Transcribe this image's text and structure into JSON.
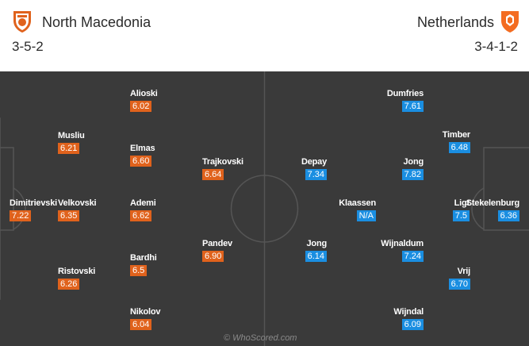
{
  "home": {
    "name": "North Macedonia",
    "formation": "3-5-2",
    "crest_color": "#e0621c",
    "rating_color": "#e0621c",
    "players": [
      {
        "name": "Dimitrievski",
        "rating": "7.22"
      },
      {
        "name": "Velkovski",
        "rating": "6.35"
      },
      {
        "name": "Musliu",
        "rating": "6.21"
      },
      {
        "name": "Ristovski",
        "rating": "6.26"
      },
      {
        "name": "Alioski",
        "rating": "6.02"
      },
      {
        "name": "Elmas",
        "rating": "6.60"
      },
      {
        "name": "Ademi",
        "rating": "6.62"
      },
      {
        "name": "Bardhi",
        "rating": "6.5"
      },
      {
        "name": "Nikolov",
        "rating": "6.04"
      },
      {
        "name": "Trajkovski",
        "rating": "6.64"
      },
      {
        "name": "Pandev",
        "rating": "6.90"
      }
    ]
  },
  "away": {
    "name": "Netherlands",
    "formation": "3-4-1-2",
    "crest_color": "#f36c21",
    "rating_color": "#1a8ee1",
    "players": [
      {
        "name": "Stekelenburg",
        "rating": "6.36"
      },
      {
        "name": "Ligt",
        "rating": "7.5"
      },
      {
        "name": "Timber",
        "rating": "6.48"
      },
      {
        "name": "Vrij",
        "rating": "6.70"
      },
      {
        "name": "Dumfries",
        "rating": "7.61"
      },
      {
        "name": "Jong",
        "rating": "7.82"
      },
      {
        "name": "Wijnaldum",
        "rating": "7.24"
      },
      {
        "name": "Wijndal",
        "rating": "6.09"
      },
      {
        "name": "Klaassen",
        "rating": "N/A"
      },
      {
        "name": "Depay",
        "rating": "7.34"
      },
      {
        "name": "Jong",
        "rating": "6.14"
      }
    ]
  },
  "watermark": "© WhoScored.com"
}
